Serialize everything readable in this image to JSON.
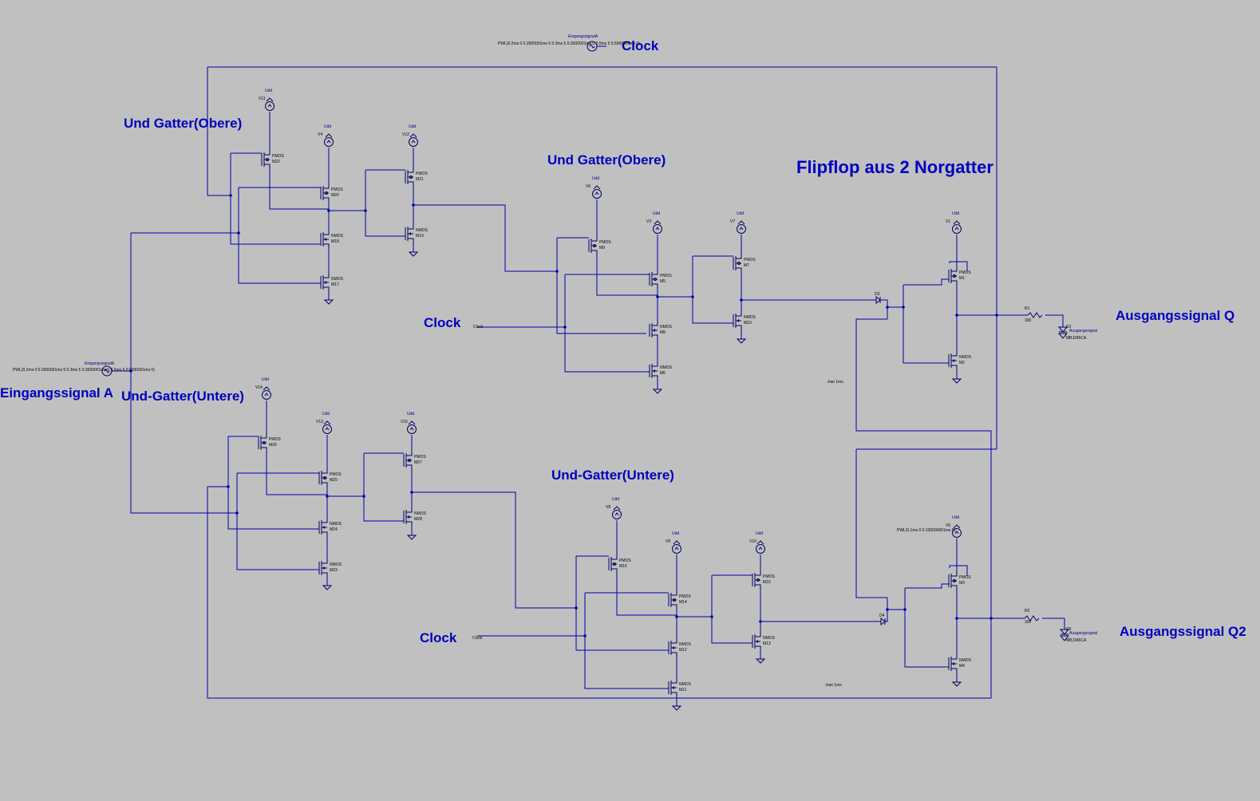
{
  "labels": {
    "title": "Flipflop aus 2 Norgatter",
    "und_obere_1": "Und Gatter(Obere)",
    "und_obere_2": "Und Gatter(Obere)",
    "und_untere_1": "Und-Gatter(Untere)",
    "und_untere_2": "Und-Gatter(Untere)",
    "clock_top": "Clock",
    "clock_mid": "Clock",
    "clock_bottom": "Clock",
    "eingang": "Eingangssignal A",
    "ausgang_q": "Ausgangssignal Q",
    "ausgang_q2": "Ausgangssignal Q2"
  },
  "small": {
    "vdd": "Udd",
    "pmos": "PMOS",
    "nmos": "NMOS",
    "eing_a": "EingangssignalA",
    "clock_net": "Clock",
    "pwl_top": "PWL(0.2ms 0 0.2000001ms 5 0.3ms 5 0.3000001ms 0 0.5ms 5 0.5000001ms 0)",
    "pwl_left": "PWL(0.2ms 0 0.2000001ms 5 0.3ms 5 0.3000001ms 0 0.5ms 5 0.5000001ms 0)",
    "pwl_q2": "PWL(0.1ms 0 0.100000001ms 5)",
    "tran1": ".tran 1ms",
    "tran2": ";tran 1ms",
    "r1": "R1",
    "r2": "R2",
    "r_val": "330",
    "d1": "D1",
    "d5": "D5",
    "led_model": "MBJ345CA",
    "led_net": "Ausgangssignal"
  },
  "colors": {
    "background": "#c0c0c0",
    "wire": "#0000aa",
    "label": "#0000c0"
  }
}
